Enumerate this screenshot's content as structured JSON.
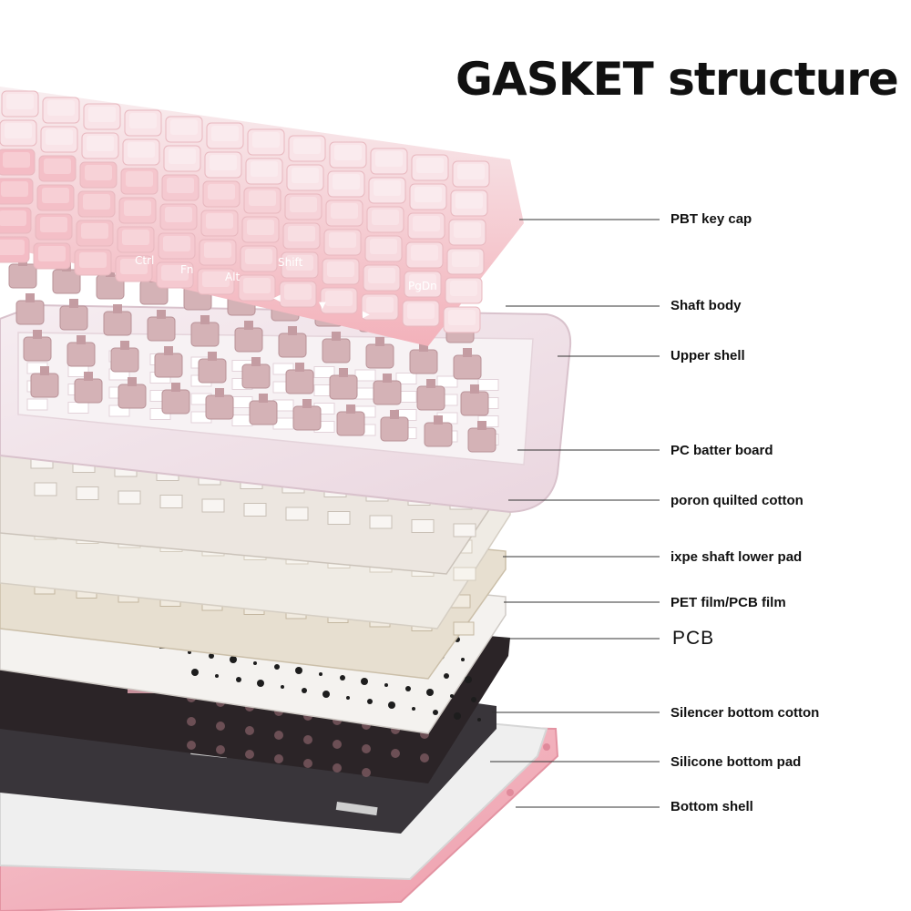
{
  "title": "GASKET structure",
  "key_legends": {
    "ctrl": "Ctrl",
    "fn": "Fn",
    "alt": "Alt",
    "shift": "Shift",
    "pgdn": "PgDn",
    "left_arrow": "◀",
    "down_arrow": "▼",
    "right_arrow": "▶"
  },
  "layers": [
    {
      "id": "pbt-key-cap",
      "label": "PBT key cap"
    },
    {
      "id": "shaft-body",
      "label": "Shaft body"
    },
    {
      "id": "upper-shell",
      "label": "Upper shell"
    },
    {
      "id": "pc-batter-board",
      "label": "PC batter board"
    },
    {
      "id": "poron-quilted-cotton",
      "label": "poron quilted cotton"
    },
    {
      "id": "ixpe-shaft-lower-pad",
      "label": "ixpe shaft lower pad"
    },
    {
      "id": "pet-film",
      "label": "PET film/PCB film"
    },
    {
      "id": "pcb",
      "label": "PCB"
    },
    {
      "id": "silencer-bottom-cotton",
      "label": "Silencer bottom cotton"
    },
    {
      "id": "silicone-bottom-pad",
      "label": "Silicone bottom pad"
    },
    {
      "id": "bottom-shell",
      "label": "Bottom shell"
    }
  ],
  "colors": {
    "keycap_pink": "#f2a7b1",
    "keycap_light": "#f7e8ea",
    "switch": "#c9a5a9",
    "upper_shell": "#f1e3e9",
    "pc_plate": "#ede7e3",
    "poron": "#efebe4",
    "ixpe": "#e8e0d1",
    "pet_film": "#f4f2ef",
    "pcb": "#2a2326",
    "silencer": "#3a3638",
    "silicone": "#ededed",
    "bottom_shell": "#f2b6c0",
    "leader_line": "#333333"
  }
}
